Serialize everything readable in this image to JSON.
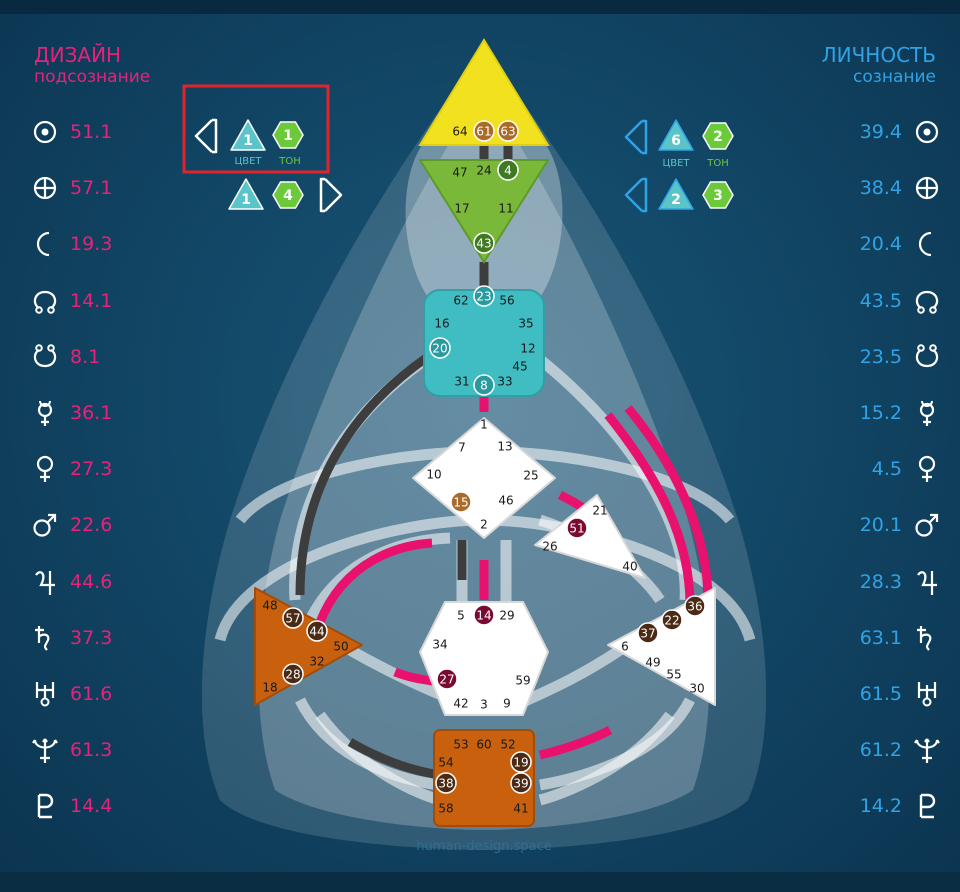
{
  "design": {
    "title": "ДИЗАЙН",
    "subtitle": "подсознание",
    "color": "#e8217a",
    "planets": [
      {
        "icon": "sun-icon",
        "value": "51.1"
      },
      {
        "icon": "earth-icon",
        "value": "57.1"
      },
      {
        "icon": "moon-icon",
        "value": "19.3"
      },
      {
        "icon": "north-node-icon",
        "value": "14.1"
      },
      {
        "icon": "south-node-icon",
        "value": "8.1"
      },
      {
        "icon": "mercury-icon",
        "value": "36.1"
      },
      {
        "icon": "venus-icon",
        "value": "27.3"
      },
      {
        "icon": "mars-icon",
        "value": "22.6"
      },
      {
        "icon": "jupiter-icon",
        "value": "44.6"
      },
      {
        "icon": "saturn-icon",
        "value": "37.3"
      },
      {
        "icon": "uranus-icon",
        "value": "61.6"
      },
      {
        "icon": "neptune-icon",
        "value": "61.3"
      },
      {
        "icon": "pluto-icon",
        "value": "14.4"
      }
    ],
    "variables": {
      "top": {
        "color": "1",
        "tone": "1",
        "arrow": "left"
      },
      "bottom": {
        "color": "1",
        "tone": "4",
        "arrow": "right"
      },
      "color_label": "ЦВЕТ",
      "tone_label": "ТОН"
    }
  },
  "personality": {
    "title": "ЛИЧНОСТЬ",
    "subtitle": "сознание",
    "color": "#2fa3e6",
    "planets": [
      {
        "icon": "sun-icon",
        "value": "39.4"
      },
      {
        "icon": "earth-icon",
        "value": "38.4"
      },
      {
        "icon": "moon-icon",
        "value": "20.4"
      },
      {
        "icon": "north-node-icon",
        "value": "43.5"
      },
      {
        "icon": "south-node-icon",
        "value": "23.5"
      },
      {
        "icon": "mercury-icon",
        "value": "15.2"
      },
      {
        "icon": "venus-icon",
        "value": "4.5"
      },
      {
        "icon": "mars-icon",
        "value": "20.1"
      },
      {
        "icon": "jupiter-icon",
        "value": "28.3"
      },
      {
        "icon": "saturn-icon",
        "value": "63.1"
      },
      {
        "icon": "uranus-icon",
        "value": "61.5"
      },
      {
        "icon": "neptune-icon",
        "value": "61.2"
      },
      {
        "icon": "pluto-icon",
        "value": "14.2"
      }
    ],
    "variables": {
      "top": {
        "color": "6",
        "tone": "2",
        "arrow": "left"
      },
      "bottom": {
        "color": "2",
        "tone": "3",
        "arrow": "left"
      },
      "color_label": "ЦВЕТ",
      "tone_label": "ТОН"
    }
  },
  "watermark": "human-design.space",
  "colors": {
    "head": "#f2e11e",
    "ajna": "#7ab83a",
    "throat": "#3fbdc2",
    "motor": "#c8600e",
    "undefined": "#ffffff",
    "design_line": "#e8126e",
    "personality_line": "#3d3d3d",
    "gate_brown": "#a96a2a",
    "gate_maroon": "#7a0a32",
    "gate_dark": "#4a2a14",
    "highlight_box": "#e0242c"
  },
  "centers": {
    "head": {
      "gates": [
        "64",
        "61",
        "63"
      ]
    },
    "ajna": {
      "gates": [
        "47",
        "24",
        "4",
        "17",
        "11",
        "43"
      ]
    },
    "throat": {
      "gates": [
        "62",
        "23",
        "56",
        "16",
        "35",
        "20",
        "12",
        "45",
        "31",
        "8",
        "33"
      ]
    },
    "g": {
      "gates": [
        "1",
        "7",
        "13",
        "10",
        "25",
        "15",
        "46",
        "2"
      ]
    },
    "heart": {
      "gates": [
        "21",
        "51",
        "26",
        "40"
      ]
    },
    "spleen": {
      "gates": [
        "48",
        "57",
        "44",
        "50",
        "32",
        "28",
        "18"
      ]
    },
    "sacral": {
      "gates": [
        "5",
        "14",
        "29",
        "34",
        "27",
        "59",
        "42",
        "3",
        "9"
      ]
    },
    "solar": {
      "gates": [
        "36",
        "22",
        "37",
        "6",
        "49",
        "55",
        "30"
      ]
    },
    "root": {
      "gates": [
        "53",
        "60",
        "52",
        "54",
        "19",
        "38",
        "39",
        "58",
        "41"
      ]
    }
  }
}
